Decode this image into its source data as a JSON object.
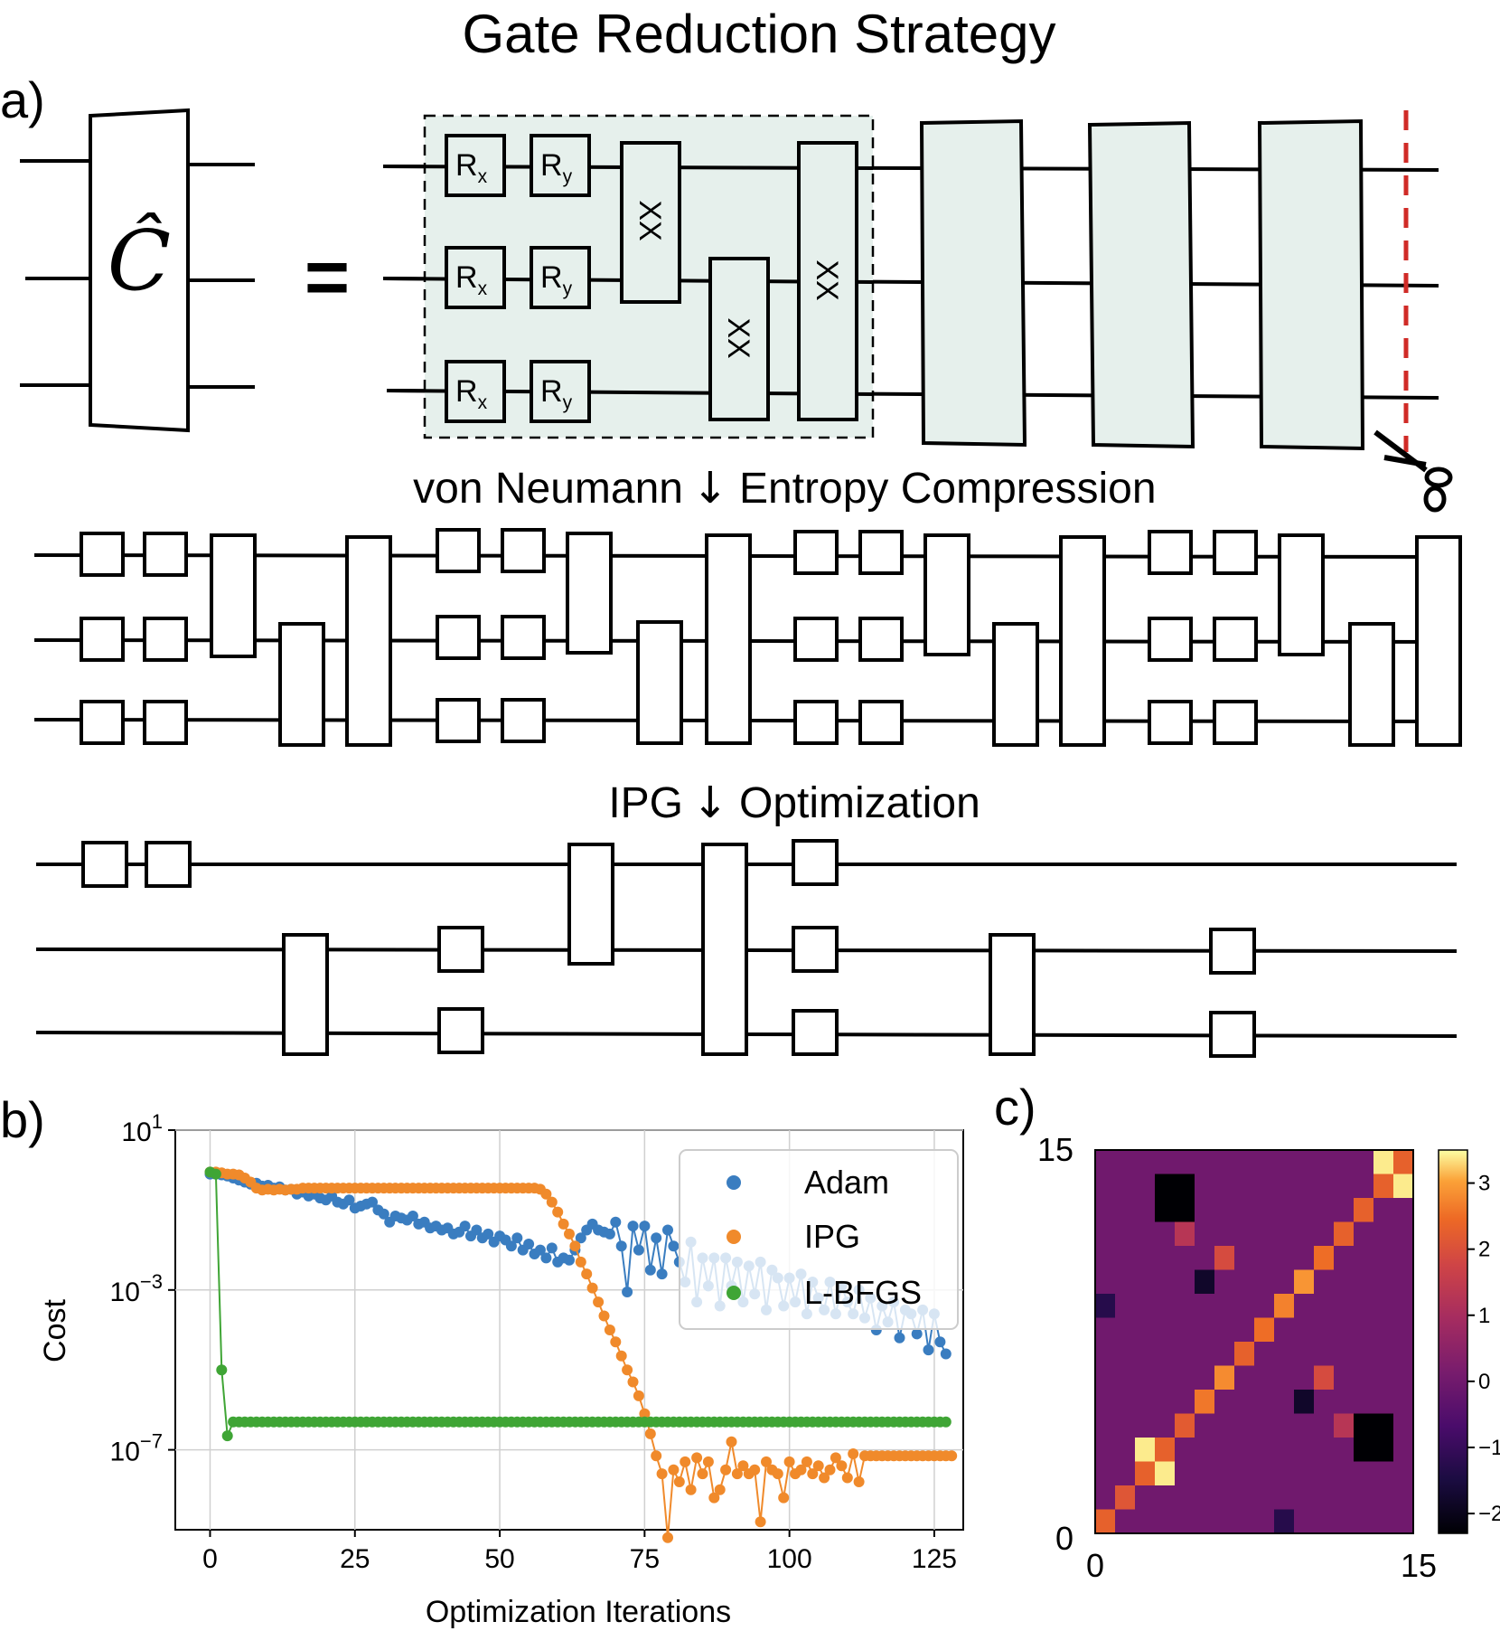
{
  "title": "Gate Reduction Strategy",
  "panel_a": {
    "label": "a)",
    "operator_symbol": "Ĉ",
    "equals_sign": "=",
    "gate_labels": {
      "rx": {
        "base": "R",
        "sub": "x"
      },
      "ry": {
        "base": "R",
        "sub": "y"
      },
      "xx": "XX"
    },
    "step1": {
      "left": "von Neumann",
      "right": "Entropy Compression"
    },
    "step2": {
      "left": "IPG",
      "right": "Optimization"
    },
    "arrow_glyph": "↓",
    "scissors_icon": "scissors-icon",
    "cut_line_color": "#d02b27",
    "block_fill": "#e6f0ec"
  },
  "panel_b": {
    "label": "b)",
    "chart_data": {
      "type": "scatter",
      "xlabel": "Optimization Iterations",
      "ylabel": "Cost",
      "xlim": [
        -6,
        130
      ],
      "ylim_log10": [
        -9,
        1
      ],
      "y_scale": "log",
      "x_ticks": [
        "0",
        "25",
        "50",
        "75",
        "100",
        "125"
      ],
      "y_ticks": [
        {
          "value": 10,
          "base": "10",
          "exp": "1"
        },
        {
          "value": 0.001,
          "base": "10",
          "exp": "−3"
        },
        {
          "value": 1e-07,
          "base": "10",
          "exp": "−7"
        }
      ],
      "grid": true,
      "legend_position": "upper right",
      "series": [
        {
          "name": "Adam",
          "color": "#3a7dc0",
          "log10_values": [
            -0.1,
            -0.1,
            -0.12,
            -0.15,
            -0.2,
            -0.25,
            -0.3,
            -0.35,
            -0.33,
            -0.4,
            -0.38,
            -0.45,
            -0.42,
            -0.5,
            -0.48,
            -0.6,
            -0.55,
            -0.65,
            -0.6,
            -0.7,
            -0.75,
            -0.65,
            -0.8,
            -0.85,
            -0.75,
            -0.95,
            -0.9,
            -0.85,
            -0.8,
            -1.0,
            -1.1,
            -1.3,
            -1.15,
            -1.2,
            -1.25,
            -1.15,
            -1.35,
            -1.3,
            -1.45,
            -1.4,
            -1.5,
            -1.45,
            -1.6,
            -1.55,
            -1.4,
            -1.65,
            -1.5,
            -1.7,
            -1.6,
            -1.8,
            -1.65,
            -1.75,
            -1.9,
            -1.7,
            -2.0,
            -1.85,
            -2.1,
            -2.0,
            -2.2,
            -1.95,
            -2.3,
            -2.2,
            -2.25,
            -2.0,
            -1.7,
            -1.5,
            -1.35,
            -1.5,
            -1.55,
            -1.6,
            -1.3,
            -1.9,
            -3.05,
            -1.4,
            -2.0,
            -1.4,
            -2.5,
            -1.7,
            -2.6,
            -1.5,
            -1.9,
            -2.3,
            -2.8,
            -1.8,
            -3.3,
            -2.2,
            -2.9,
            -2.2,
            -3.4,
            -2.2,
            -2.9,
            -2.3,
            -3.3,
            -2.4,
            -3.1,
            -2.3,
            -3.5,
            -2.5,
            -2.7,
            -3.4,
            -2.7,
            -3.3,
            -2.6,
            -3.6,
            -2.8,
            -3.2,
            -3.5,
            -2.8,
            -3.6,
            -2.9,
            -3.3,
            -3.6,
            -3.0,
            -3.7,
            -3.2,
            -4.0,
            -3.4,
            -3.8,
            -3.3,
            -4.2,
            -3.5,
            -3.6,
            -4.1,
            -3.5,
            -4.5,
            -3.6,
            -4.3,
            -4.6
          ]
        },
        {
          "name": "IPG",
          "color": "#f08a2b",
          "log10_values": [
            -0.05,
            -0.05,
            -0.07,
            -0.1,
            -0.1,
            -0.12,
            -0.2,
            -0.3,
            -0.45,
            -0.5,
            -0.48,
            -0.5,
            -0.48,
            -0.5,
            -0.48,
            -0.48,
            -0.45,
            -0.45,
            -0.45,
            -0.45,
            -0.45,
            -0.45,
            -0.45,
            -0.45,
            -0.45,
            -0.45,
            -0.45,
            -0.45,
            -0.45,
            -0.45,
            -0.45,
            -0.45,
            -0.45,
            -0.45,
            -0.45,
            -0.45,
            -0.45,
            -0.45,
            -0.45,
            -0.45,
            -0.45,
            -0.45,
            -0.45,
            -0.45,
            -0.45,
            -0.45,
            -0.45,
            -0.45,
            -0.45,
            -0.45,
            -0.45,
            -0.45,
            -0.45,
            -0.45,
            -0.45,
            -0.45,
            -0.45,
            -0.48,
            -0.6,
            -0.8,
            -1.05,
            -1.35,
            -1.6,
            -1.9,
            -2.3,
            -2.6,
            -2.95,
            -3.3,
            -3.65,
            -4.0,
            -4.3,
            -4.65,
            -5.0,
            -5.3,
            -5.65,
            -6.1,
            -6.6,
            -7.15,
            -7.6,
            -9.2,
            -7.5,
            -7.8,
            -7.3,
            -8.0,
            -7.2,
            -7.6,
            -7.3,
            -8.2,
            -8.0,
            -7.5,
            -6.8,
            -7.6,
            -7.4,
            -7.6,
            -7.5,
            -8.8,
            -7.3,
            -7.5,
            -7.6,
            -8.2,
            -7.3,
            -7.6,
            -7.5,
            -7.3,
            -7.6,
            -7.4,
            -7.7,
            -7.5,
            -7.2,
            -7.4,
            -7.7,
            -7.1,
            -7.8,
            -7.15,
            -7.15,
            -7.15,
            -7.15,
            -7.15,
            -7.15,
            -7.15,
            -7.15,
            -7.15,
            -7.15,
            -7.15,
            -7.15,
            -7.15,
            -7.15,
            -7.15,
            -7.15
          ]
        },
        {
          "name": "L-BFGS",
          "color": "#3fa535",
          "log10_values": [
            -0.05,
            -0.1,
            -5.0,
            -6.65,
            -6.3,
            -6.3,
            -6.3,
            -6.3,
            -6.3,
            -6.3,
            -6.3,
            -6.3,
            -6.3,
            -6.3,
            -6.3,
            -6.3,
            -6.3,
            -6.3,
            -6.3,
            -6.3,
            -6.3,
            -6.3,
            -6.3,
            -6.3,
            -6.3,
            -6.3,
            -6.3,
            -6.3,
            -6.3,
            -6.3,
            -6.3,
            -6.3,
            -6.3,
            -6.3,
            -6.3,
            -6.3,
            -6.3,
            -6.3,
            -6.3,
            -6.3,
            -6.3,
            -6.3,
            -6.3,
            -6.3,
            -6.3,
            -6.3,
            -6.3,
            -6.3,
            -6.3,
            -6.3,
            -6.3,
            -6.3,
            -6.3,
            -6.3,
            -6.3,
            -6.3,
            -6.3,
            -6.3,
            -6.3,
            -6.3,
            -6.3,
            -6.3,
            -6.3,
            -6.3,
            -6.3,
            -6.3,
            -6.3,
            -6.3,
            -6.3,
            -6.3,
            -6.3,
            -6.3,
            -6.3,
            -6.3,
            -6.3,
            -6.3,
            -6.3,
            -6.3,
            -6.3,
            -6.3,
            -6.3,
            -6.3,
            -6.3,
            -6.3,
            -6.3,
            -6.3,
            -6.3,
            -6.3,
            -6.3,
            -6.3,
            -6.3,
            -6.3,
            -6.3,
            -6.3,
            -6.3,
            -6.3,
            -6.3,
            -6.3,
            -6.3,
            -6.3,
            -6.3,
            -6.3,
            -6.3,
            -6.3,
            -6.3,
            -6.3,
            -6.3,
            -6.3,
            -6.3,
            -6.3,
            -6.3,
            -6.3,
            -6.3,
            -6.3,
            -6.3,
            -6.3,
            -6.3,
            -6.3,
            -6.3,
            -6.3,
            -6.3,
            -6.3,
            -6.3,
            -6.3,
            -6.3,
            -6.3,
            -6.3,
            -6.3
          ]
        }
      ]
    }
  },
  "panel_c": {
    "label": "c)",
    "chart_data": {
      "type": "heatmap",
      "x_ticks": [
        "0",
        "15"
      ],
      "y_ticks": [
        "0",
        "15"
      ],
      "colormap": "inferno",
      "colorbar_range": [
        -2.3,
        3.5
      ],
      "colorbar_ticks": [
        "−2",
        "−1",
        "0",
        "1",
        "2",
        "3"
      ],
      "background_value": 0.0,
      "cells": [
        [
          0,
          0,
          2.3
        ],
        [
          1,
          1,
          2.1
        ],
        [
          2,
          2,
          2.3
        ],
        [
          2,
          3,
          3.4
        ],
        [
          3,
          2,
          3.4
        ],
        [
          3,
          3,
          2.3
        ],
        [
          4,
          4,
          2.2
        ],
        [
          5,
          5,
          2.6
        ],
        [
          6,
          6,
          2.8
        ],
        [
          7,
          7,
          2.3
        ],
        [
          8,
          8,
          2.5
        ],
        [
          9,
          9,
          2.7
        ],
        [
          10,
          10,
          2.9
        ],
        [
          11,
          11,
          2.5
        ],
        [
          12,
          12,
          2.3
        ],
        [
          13,
          13,
          2.3
        ],
        [
          14,
          14,
          2.3
        ],
        [
          14,
          15,
          3.4
        ],
        [
          15,
          14,
          3.4
        ],
        [
          15,
          15,
          2.3
        ],
        [
          3,
          13,
          -2.3
        ],
        [
          4,
          13,
          -2.3
        ],
        [
          3,
          14,
          -2.3
        ],
        [
          4,
          14,
          -2.3
        ],
        [
          13,
          3,
          -2.3
        ],
        [
          14,
          3,
          -2.3
        ],
        [
          13,
          4,
          -2.3
        ],
        [
          14,
          4,
          -2.3
        ],
        [
          4,
          12,
          1.3
        ],
        [
          6,
          11,
          1.9
        ],
        [
          5,
          10,
          -1.8
        ],
        [
          0,
          9,
          -1.3
        ],
        [
          11,
          6,
          1.9
        ],
        [
          12,
          4,
          1.3
        ],
        [
          10,
          5,
          -1.8
        ],
        [
          9,
          0,
          -1.3
        ]
      ]
    }
  }
}
